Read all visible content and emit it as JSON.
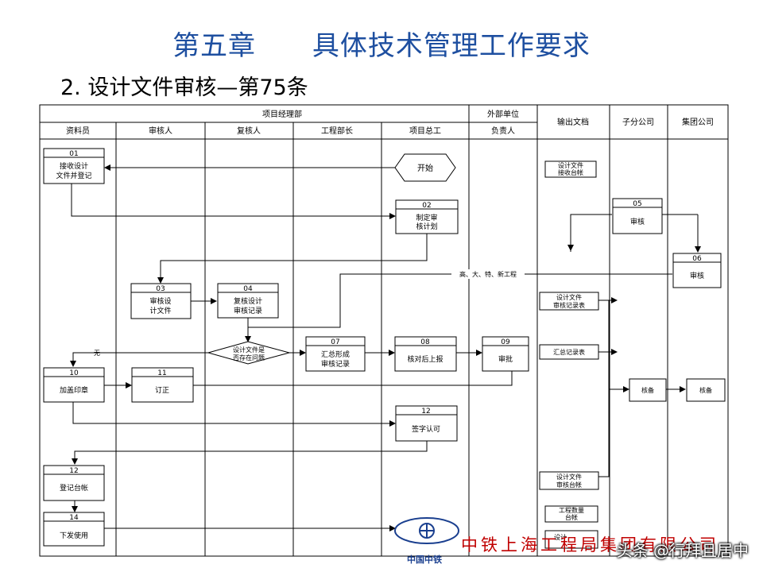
{
  "slide": {
    "title": "第五章      具体技术管理工作要求",
    "subtitle": "2. 设计文件审核—第75条",
    "footer_org": "中铁上海工程局集团有限公司",
    "logo_text": "中国中铁",
    "watermark": "头条 @行拜且居中"
  },
  "header": {
    "group_main": "项目经理部",
    "group_ext": "外部单位",
    "columns": [
      "资料员",
      "审核人",
      "复核人",
      "工程部长",
      "项目总工",
      "负责人",
      "输出文档",
      "子分公司",
      "集团公司"
    ]
  },
  "nodes": {
    "n01": {
      "num": "01",
      "label": [
        "接收设计",
        "文件并登记"
      ]
    },
    "start": {
      "label": "开始"
    },
    "n02": {
      "num": "02",
      "label": [
        "制定审",
        "核计划"
      ]
    },
    "n03": {
      "num": "03",
      "label": [
        "审核设",
        "计文件"
      ]
    },
    "n04": {
      "num": "04",
      "label": [
        "复核设计",
        "审核记录"
      ]
    },
    "n05": {
      "num": "05",
      "label": [
        "审核"
      ]
    },
    "n06": {
      "num": "06",
      "label": [
        "审核"
      ]
    },
    "decision": {
      "label": [
        "设计文件是",
        "否存在问题"
      ]
    },
    "n07": {
      "num": "07",
      "label": [
        "汇总形成",
        "审核记录"
      ]
    },
    "n08": {
      "num": "08",
      "label": [
        "核对后上报"
      ]
    },
    "n09": {
      "num": "09",
      "label": [
        "审批"
      ]
    },
    "n10": {
      "num": "10",
      "label": [
        "加盖印章"
      ]
    },
    "n11": {
      "num": "11",
      "label": [
        "订正"
      ]
    },
    "n12a": {
      "num": "12",
      "label": [
        "签字认可"
      ]
    },
    "n12b": {
      "num": "12",
      "label": [
        "登记台帐"
      ]
    },
    "n14": {
      "num": "14",
      "label": [
        "下发使用"
      ]
    }
  },
  "docs": {
    "d1": [
      "设计文件",
      "接收台帐"
    ],
    "d2": [
      "设计文件",
      "审核记录表"
    ],
    "d3": [
      "汇总记录表"
    ],
    "d4": [
      "设计文件",
      "审核台帐"
    ],
    "d5": [
      "工程数量",
      "台帐"
    ],
    "d6": [
      "设计"
    ],
    "file1": "核备",
    "file2": "核备"
  },
  "edges": {
    "no_label": "无",
    "hazard_label": "高、大、特、新工程"
  }
}
